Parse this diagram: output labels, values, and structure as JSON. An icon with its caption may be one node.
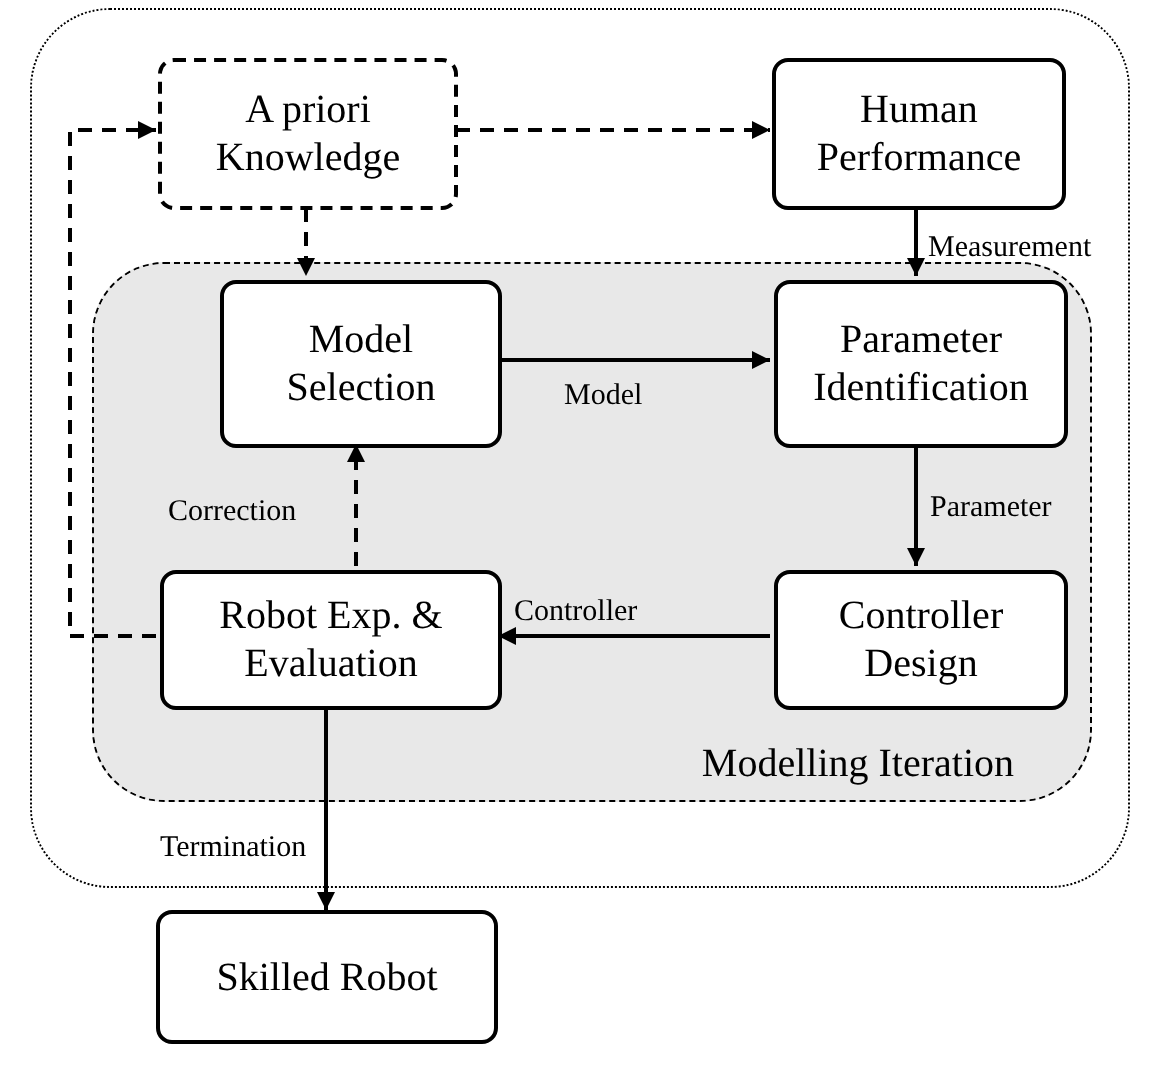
{
  "diagram": {
    "nodes": [
      {
        "text": [],
        "shape": "box"
      },
      {
        "text": [
          "A priori Knowledge"
        ],
        "in": 0
      },
      {
        "text": [
          "Human Performance"
        ],
        "in": 0
      },
      {
        "text": [
          "Modelling Iteration"
        ],
        "in": 0
      },
      {
        "text": [
          "Model Selection"
        ],
        "in": 3
      },
      {
        "text": [
          "Parameter Identification"
        ],
        "in": 3
      },
      {
        "text": [
          "Robot Exp. & Evaluation"
        ],
        "in": 3
      },
      {
        "text": [
          "Controller Design"
        ],
        "in": 3
      },
      {
        "text": [
          "Skilled Robot"
        ]
      }
    ],
    "edges": [
      {
        "from": 1,
        "to": 2,
        "arrow": "to",
        "style": "dashed"
      },
      {
        "from": 1,
        "to": 4,
        "arrow": "to",
        "style": "dashed"
      },
      {
        "from": 2,
        "to": 5,
        "arrow": "to",
        "label": "Measurement"
      },
      {
        "from": 4,
        "to": 5,
        "arrow": "to",
        "label": "Model"
      },
      {
        "from": 5,
        "to": 7,
        "arrow": "to",
        "label": "Parameter"
      },
      {
        "from": 7,
        "to": 6,
        "arrow": "to",
        "label": "Controller"
      },
      {
        "from": 6,
        "to": 4,
        "arrow": "to",
        "label": "Correction",
        "style": "dashed"
      },
      {
        "from": 6,
        "to": 1,
        "arrow": "to",
        "style": "dashed"
      },
      {
        "from": 6,
        "to": 8,
        "arrow": "to",
        "label": "Termination"
      }
    ]
  }
}
